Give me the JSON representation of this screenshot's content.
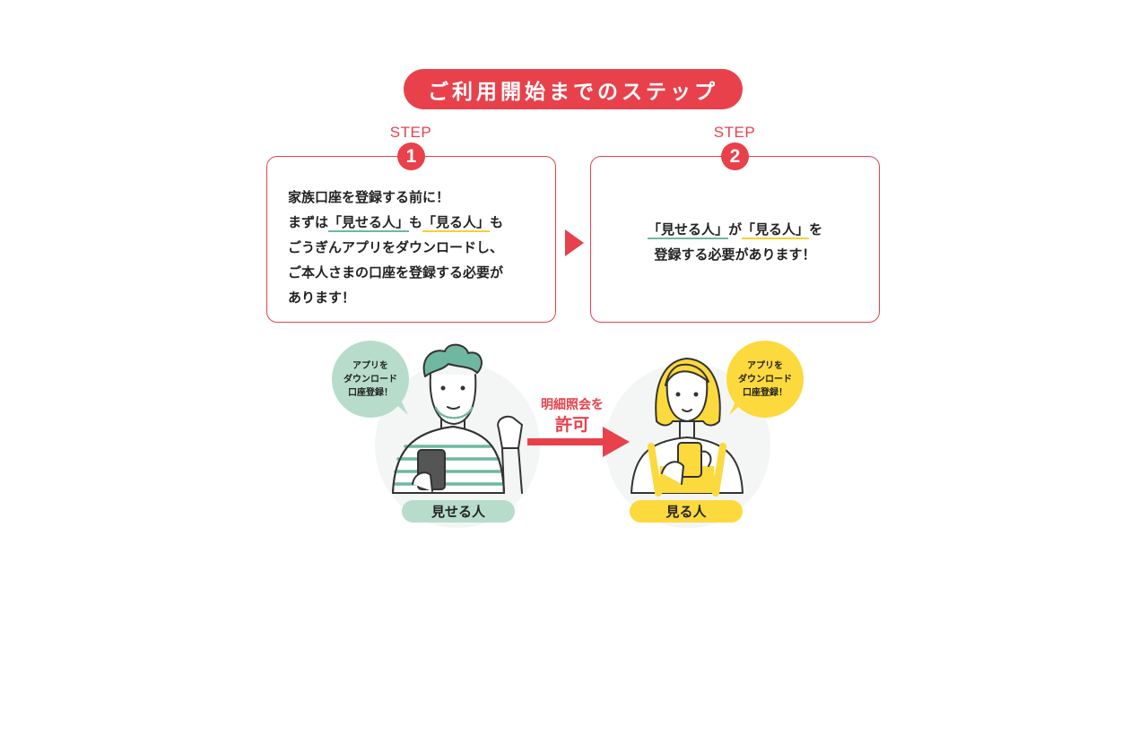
{
  "header": {
    "title": "ご利用開始までのステップ"
  },
  "steps": [
    {
      "label": "STEP",
      "number": "1",
      "text": {
        "line1": "家族口座を登録する前に！",
        "line2_pre": "まずは",
        "line2_a": "「見せる人」",
        "line2_mid": "も",
        "line2_b": "「見る人」",
        "line2_post": "も",
        "line3": "ごうぎんアプリをダウンロードし、",
        "line4": "ご本人さまの口座を登録する必要が",
        "line5": "あります！"
      }
    },
    {
      "label": "STEP",
      "number": "2",
      "text": {
        "line1_a": "「見せる人」",
        "line1_mid": "が",
        "line1_b": "「見る人」",
        "line1_post": "を",
        "line2": "登録する必要があります！"
      }
    }
  ],
  "illustration": {
    "bubble_left": {
      "line1": "アプリを",
      "line2": "ダウンロード",
      "line3": "口座登録！"
    },
    "bubble_right": {
      "line1": "アプリを",
      "line2": "ダウンロード",
      "line3": "口座登録！"
    },
    "permit": {
      "line1": "明細照会を",
      "line2": "許可"
    },
    "person_left_label": "見せる人",
    "person_right_label": "見る人"
  },
  "colors": {
    "accent_red": "#e8414b",
    "green": "#6fb7a0",
    "green_light": "#b7dccc",
    "yellow": "#fcd93d"
  }
}
